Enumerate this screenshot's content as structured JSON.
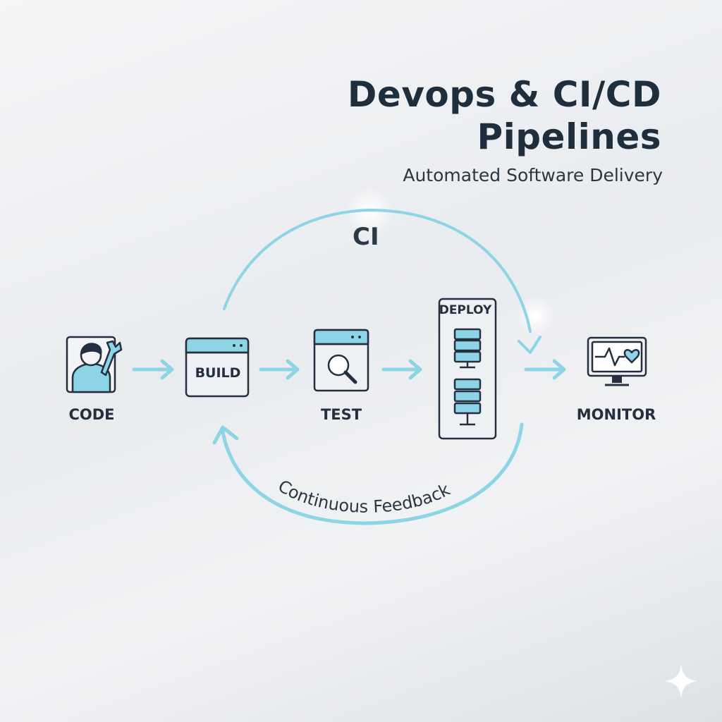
{
  "title_line1": "Devops & CI/CD",
  "title_line2": "Pipelines",
  "subtitle": "Automated Software Delivery",
  "loop_top_label": "CI",
  "loop_bottom_label": "Continuous Feedback",
  "stages": {
    "code": "CODE",
    "build": "BUILD",
    "test": "TEST",
    "deploy": "DEPLOY",
    "monitor": "MONITOR"
  },
  "colors": {
    "accent": "#7fd3e6",
    "accent_fill": "#b9e8f1",
    "ink": "#1f2e3d"
  },
  "icons": [
    "developer-with-wrench-icon",
    "build-window-icon",
    "test-magnifier-icon",
    "server-stack-icon",
    "monitor-heartbeat-icon",
    "sparkle-icon"
  ]
}
